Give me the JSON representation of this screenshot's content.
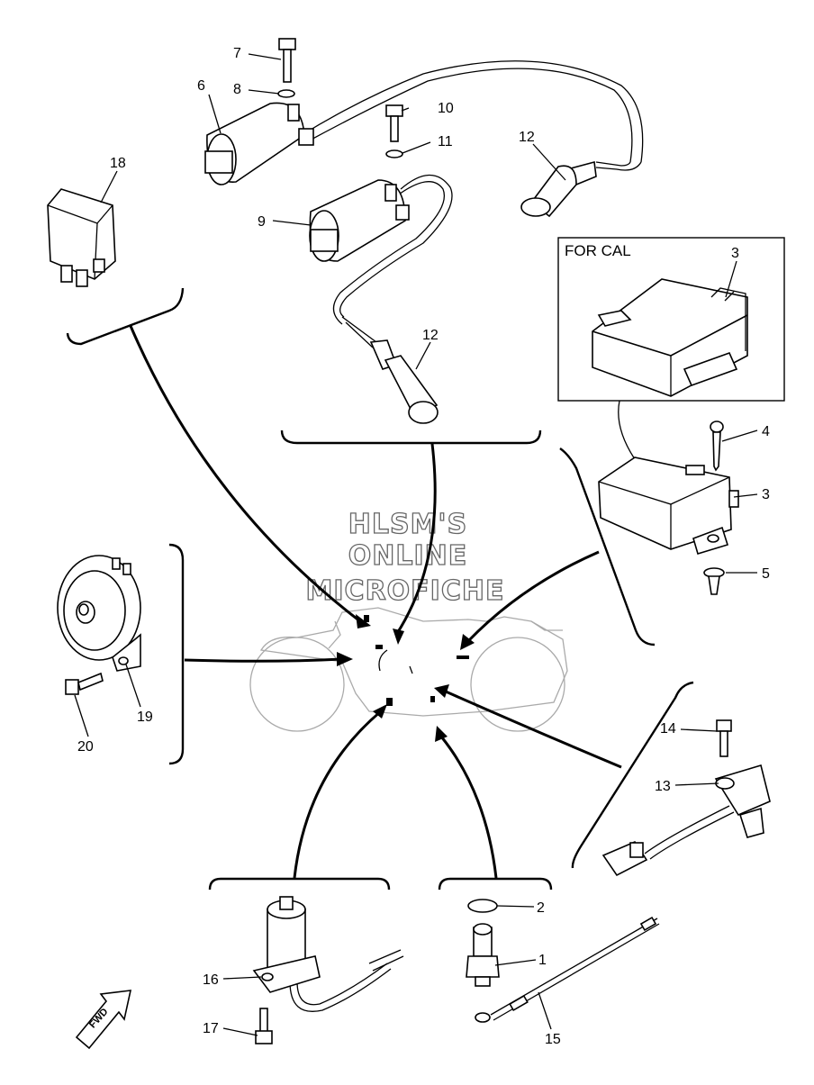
{
  "watermark": {
    "line1": "HLSM'S",
    "line2": "ONLINE",
    "line3": "MICROFICHE"
  },
  "for_cal_box": {
    "title": "FOR CAL"
  },
  "fwd_label": "FWD",
  "callouts": {
    "c1": "1",
    "c2": "2",
    "c3a": "3",
    "c3b": "3",
    "c4": "4",
    "c5": "5",
    "c6": "6",
    "c7": "7",
    "c8": "8",
    "c9": "9",
    "c10": "10",
    "c11": "11",
    "c12a": "12",
    "c12b": "12",
    "c13": "13",
    "c14": "14",
    "c15": "15",
    "c16": "16",
    "c17": "17",
    "c18": "18",
    "c19": "19",
    "c20": "20"
  }
}
